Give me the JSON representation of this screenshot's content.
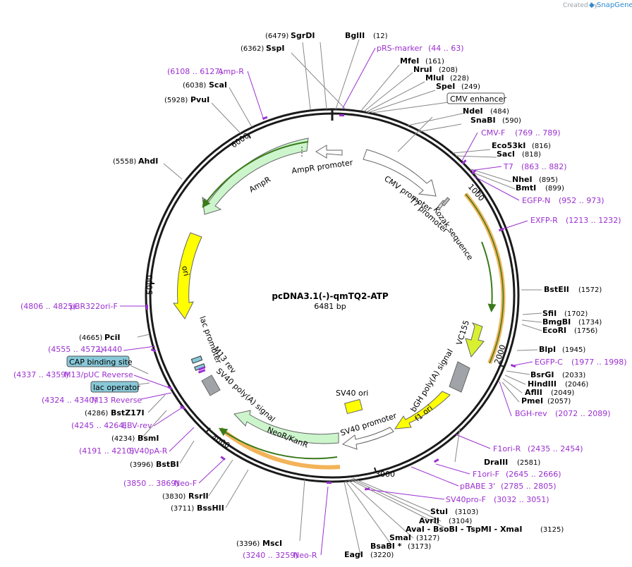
{
  "watermark": {
    "created_by": "Created by",
    "brand": "SnapGene"
  },
  "plasmid": {
    "name": "pcDNA3.1(-)-qmTQ2-ATP",
    "length": "6481 bp"
  },
  "ticks": [
    "1000",
    "2000",
    "3000",
    "4000",
    "5000",
    "6000"
  ],
  "features": {
    "ampr_promoter": "AmpR promoter",
    "ampr": "AmpR",
    "ori": "ori",
    "cmv_promoter": "CMV promoter",
    "t7_promoter": "T7 promoter",
    "kozak": "Kozak sequence",
    "vc155": "VC155",
    "bgh": "bGH poly(A) signal",
    "f1ori": "f1 ori",
    "sv40_promoter": "SV40 promoter",
    "sv40_ori": "SV40 ori",
    "neor": "NeoR/KanR",
    "sv40_polya": "SV40 poly(A) signal",
    "m13_rev": "M13 rev",
    "lac_promoter": "lac promoter"
  },
  "boxed_labels": {
    "cmv_enhancer": "CMV enhancer",
    "cap_binding": "CAP binding site",
    "lac_operator": "lac operator"
  },
  "enzymes": {
    "sgrdi": {
      "name": "SgrDI",
      "pos": "(6479)"
    },
    "bglii": {
      "name": "BglII",
      "pos": "(12)"
    },
    "sspi": {
      "name": "SspI",
      "pos": "(6362)"
    },
    "mfei": {
      "name": "MfeI",
      "pos": "(161)"
    },
    "nrui": {
      "name": "NruI",
      "pos": "(208)"
    },
    "mlui": {
      "name": "MluI",
      "pos": "(228)"
    },
    "spei": {
      "name": "SpeI",
      "pos": "(249)"
    },
    "scai": {
      "name": "ScaI",
      "pos": "(6038)"
    },
    "pvui": {
      "name": "PvuI",
      "pos": "(5928)"
    },
    "ndei": {
      "name": "NdeI",
      "pos": "(484)"
    },
    "snabi": {
      "name": "SnaBI",
      "pos": "(590)"
    },
    "eco53ki": {
      "name": "Eco53kI",
      "pos": "(816)"
    },
    "saci": {
      "name": "SacI",
      "pos": "(818)"
    },
    "ahdi": {
      "name": "AhdI",
      "pos": "(5558)"
    },
    "nhei": {
      "name": "NheI",
      "pos": "(895)"
    },
    "bmti": {
      "name": "BmtI",
      "pos": "(899)"
    },
    "bsteii": {
      "name": "BstEII",
      "pos": "(1572)"
    },
    "sfii": {
      "name": "SfiI",
      "pos": "(1702)"
    },
    "bmgbi": {
      "name": "BmgBI",
      "pos": "(1734)"
    },
    "ecori": {
      "name": "EcoRI",
      "pos": "(1756)"
    },
    "pcii": {
      "name": "PciI",
      "pos": "(4665)"
    },
    "blpi": {
      "name": "BlpI",
      "pos": "(1945)"
    },
    "bsrgi": {
      "name": "BsrGI",
      "pos": "(2033)"
    },
    "hindiii": {
      "name": "HindIII",
      "pos": "(2046)"
    },
    "aflii": {
      "name": "AflII",
      "pos": "(2049)"
    },
    "pmei": {
      "name": "PmeI",
      "pos": "(2057)"
    },
    "bstz17i": {
      "name": "BstZ17I",
      "pos": "(4286)"
    },
    "bsmi": {
      "name": "BsmI",
      "pos": "(4234)"
    },
    "bstbi": {
      "name": "BstBI",
      "pos": "(3996)"
    },
    "rsrii": {
      "name": "RsrII",
      "pos": "(3830)"
    },
    "bsshii": {
      "name": "BssHII",
      "pos": "(3711)"
    },
    "draiii": {
      "name": "DraIII",
      "pos": "(2581)"
    },
    "stui": {
      "name": "StuI",
      "pos": "(3103)"
    },
    "avrii": {
      "name": "AvrII",
      "pos": "(3104)"
    },
    "aval_line": {
      "name": "AvaI  - BsoBI  - TspMI  - XmaI",
      "pos": "(3125)"
    },
    "smai": {
      "name": "SmaI",
      "pos": "(3127)"
    },
    "bsabi": {
      "name": "BsaBI *",
      "pos": "(3173)"
    },
    "msci": {
      "name": "MscI",
      "pos": "(3396)"
    },
    "eagi": {
      "name": "EagI",
      "pos": "(3220)"
    }
  },
  "primers": {
    "prs_marker": {
      "name": "pRS-marker",
      "range": "(44 .. 63)"
    },
    "amp_r": {
      "name": "Amp-R",
      "range": "(6108 .. 6127)"
    },
    "cmv_f": {
      "name": "CMV-F",
      "range": "(769 .. 789)"
    },
    "t7": {
      "name": "T7",
      "range": "(863 .. 882)"
    },
    "egfp_n": {
      "name": "EGFP-N",
      "range": "(952 .. 973)"
    },
    "exfp_r": {
      "name": "EXFP-R",
      "range": "(1213 .. 1232)"
    },
    "pbr322ori_f": {
      "name": "pBR322ori-F",
      "range": "(4806 .. 4825)"
    },
    "l4440": {
      "name": "L4440",
      "range": "(4555 .. 4572)"
    },
    "egfp_c": {
      "name": "EGFP-C",
      "range": "(1977 .. 1998)"
    },
    "m13puc_rev": {
      "name": "M13/pUC Reverse",
      "range": "(4337 .. 4359)"
    },
    "m13_reverse": {
      "name": "M13 Reverse",
      "range": "(4324 .. 4340)"
    },
    "bgh_rev": {
      "name": "BGH-rev",
      "range": "(2072 .. 2089)"
    },
    "ebv_rev": {
      "name": "EBV-rev",
      "range": "(4245 .. 4264)"
    },
    "sv40pa_r": {
      "name": "SV40pA-R",
      "range": "(4191 .. 4210)"
    },
    "f1ori_r": {
      "name": "F1ori-R",
      "range": "(2435 .. 2454)"
    },
    "neo_f": {
      "name": "Neo-F",
      "range": "(3850 .. 3869)"
    },
    "f1ori_f": {
      "name": "F1ori-F",
      "range": "(2645 .. 2666)"
    },
    "pbabe3": {
      "name": "pBABE 3'",
      "range": "(2785 .. 2805)"
    },
    "sv40pro_f": {
      "name": "SV40pro-F",
      "range": "(3032 .. 3051)"
    },
    "neo_r": {
      "name": "Neo-R",
      "range": "(3240 .. 3259)"
    }
  },
  "colors": {
    "backbone": "#1a1a1a",
    "enzyme_line": "#888888",
    "primer": "#9b30d0",
    "ampr_fill": "#ccf5cc",
    "ori_fill": "#ffff00",
    "orf_orange": "#f0a030",
    "orf_green": "#3a7a1a",
    "box_blue": "#88c8d8",
    "promoter_fill": "#ffffff",
    "polya_gray": "#a0a4a8"
  }
}
